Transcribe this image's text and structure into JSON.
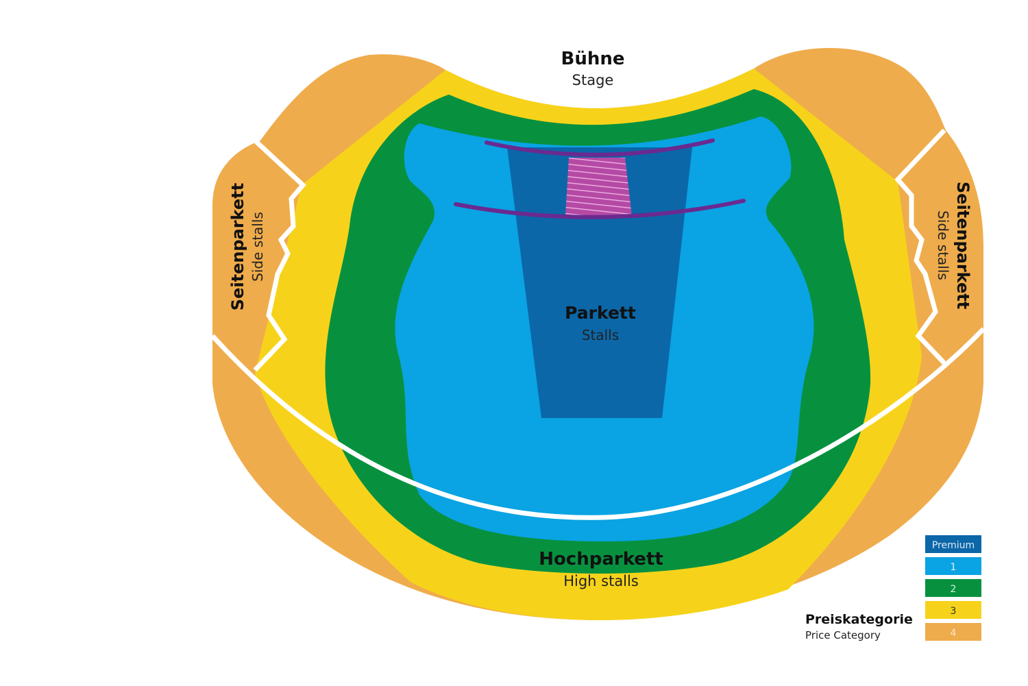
{
  "stage": {
    "title": "Bühne",
    "subtitle": "Stage"
  },
  "stalls": {
    "title": "Parkett",
    "subtitle": "Stalls"
  },
  "high_stalls": {
    "title": "Hochparkett",
    "subtitle": "High stalls"
  },
  "side_stalls_left": {
    "title": "Seitenparkett",
    "subtitle": "Side stalls"
  },
  "side_stalls_right": {
    "title": "Seitenparkett",
    "subtitle": "Side stalls"
  },
  "legend": {
    "title": "Preiskategorie",
    "subtitle": "Price Category",
    "items": [
      {
        "label": "Premium",
        "color": "#0b67a8"
      },
      {
        "label": "1",
        "color": "#0aa3e3"
      },
      {
        "label": "2",
        "color": "#07913f"
      },
      {
        "label": "3",
        "color": "#f6d31a"
      },
      {
        "label": "4",
        "color": "#efac4c"
      }
    ]
  },
  "colors": {
    "restricted": "#b54aa5",
    "divider": "#6a2a90"
  }
}
